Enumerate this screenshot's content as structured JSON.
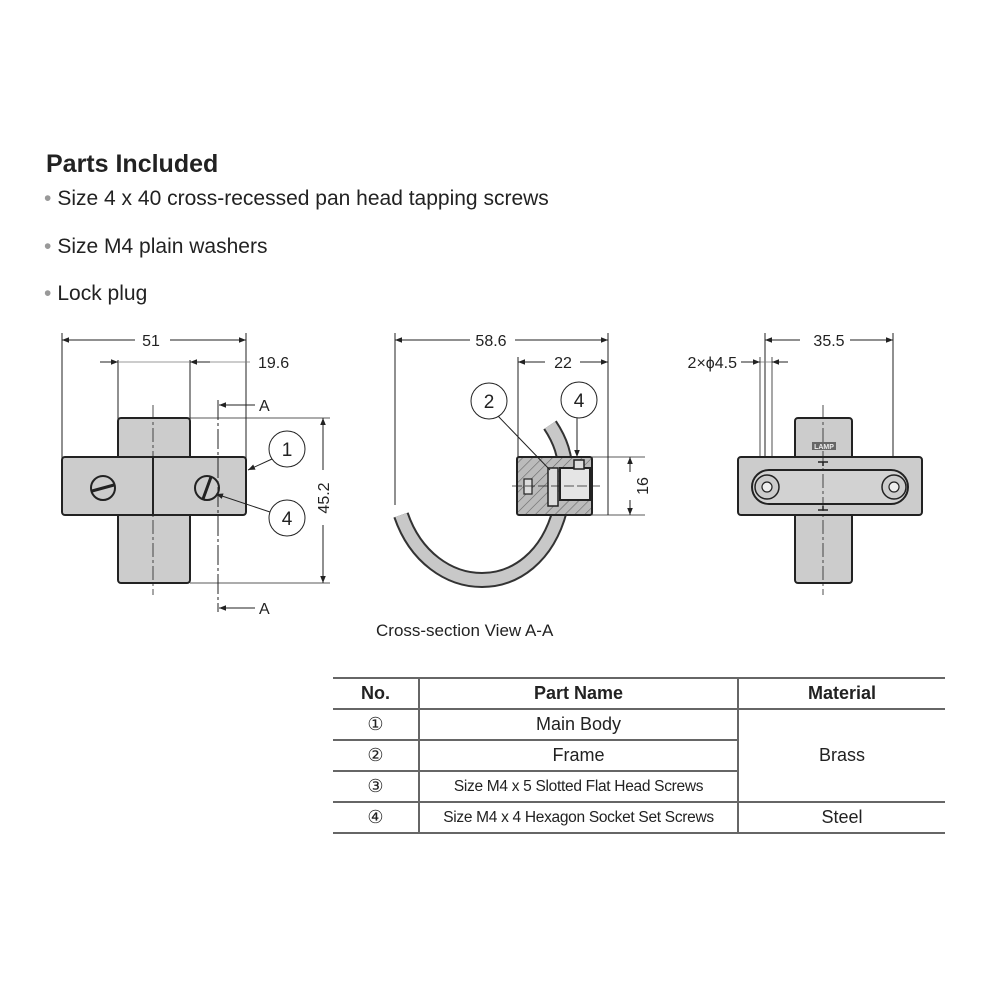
{
  "heading": "Parts Included",
  "parts_included": [
    "Size 4 x 40 cross-recessed pan head tapping screws",
    "Size M4 plain washers",
    "Lock plug"
  ],
  "drawing": {
    "front_view": {
      "dim_width": "51",
      "dim_inner": "19.6",
      "dim_height": "45.2",
      "section_label": "A",
      "callouts": [
        "1",
        "4"
      ]
    },
    "section_view": {
      "dim_width": "58.6",
      "dim_block": "22",
      "dim_height": "16",
      "callouts": [
        "2",
        "4"
      ],
      "caption": "Cross-section View A-A"
    },
    "back_view": {
      "dim_holes": "2×ϕ4.5",
      "dim_pitch": "35.5",
      "stamp": "LAMP"
    }
  },
  "table": {
    "headers": [
      "No.",
      "Part Name",
      "Material"
    ],
    "rows": [
      {
        "no": "①",
        "name": "Main Body"
      },
      {
        "no": "②",
        "name": "Frame"
      },
      {
        "no": "③",
        "name": "Size M4 x 5 Slotted Flat Head Screws"
      },
      {
        "no": "④",
        "name": "Size M4 x 4 Hexagon Socket Set Screws"
      }
    ],
    "materials": [
      "Brass",
      "Steel"
    ]
  }
}
